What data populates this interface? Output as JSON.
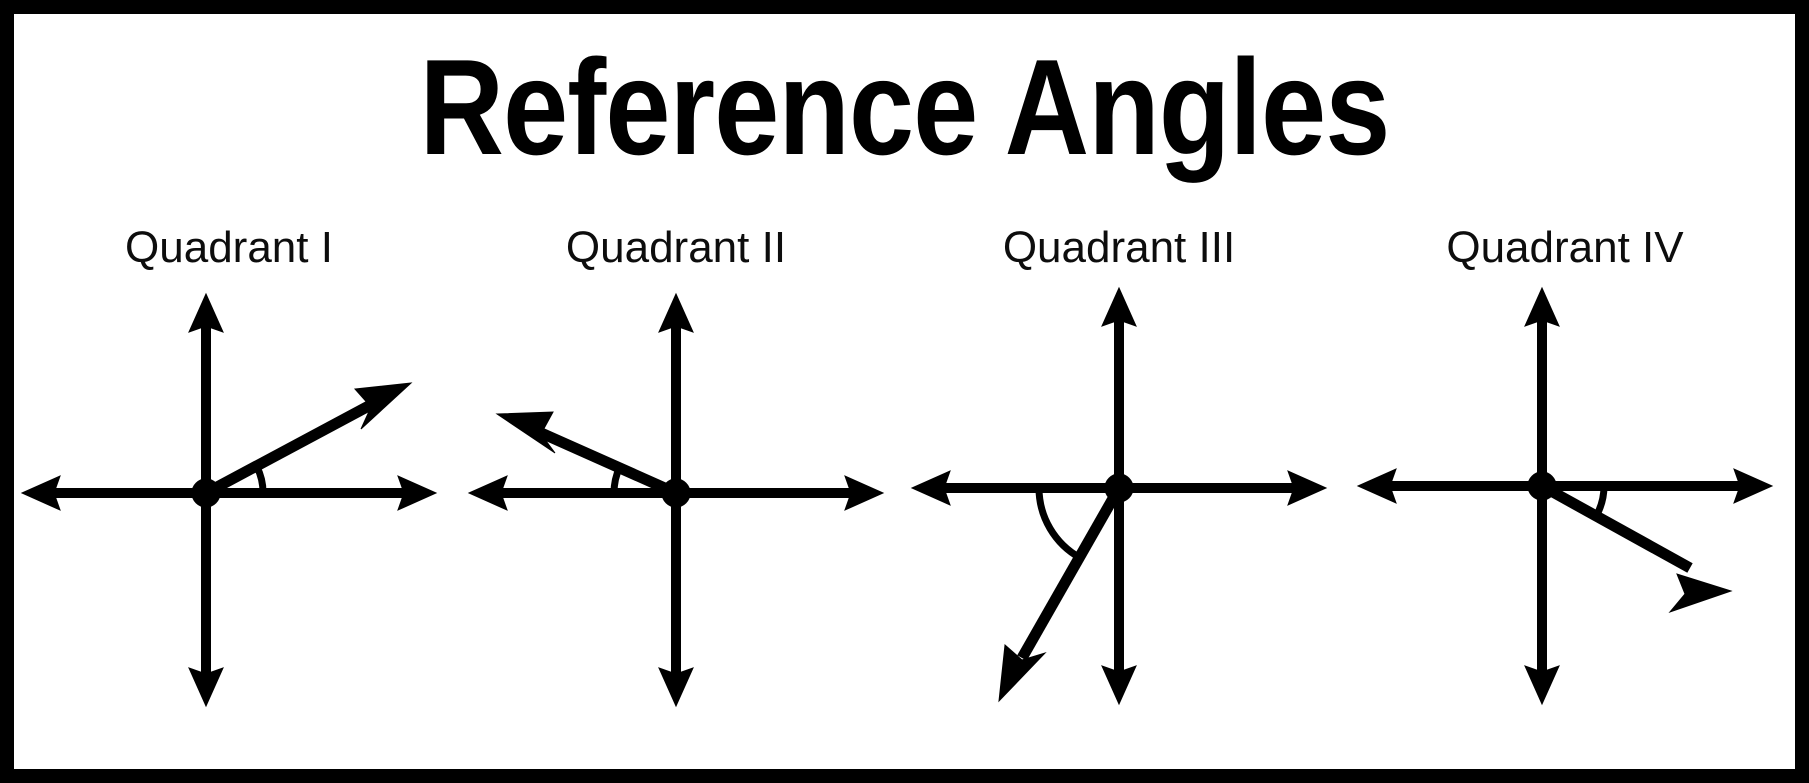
{
  "page": {
    "title": "Reference Angles",
    "background_color": "#ffffff",
    "border_color": "#000000",
    "ink_color": "#000000"
  },
  "panels": [
    {
      "label": "Quadrant I",
      "terminal_ray_direction": "up-right",
      "terminal_angle_degrees": 28,
      "reference_angle_measured_from": "positive x-axis",
      "arc_start_degrees": 0,
      "arc_end_degrees": 28
    },
    {
      "label": "Quadrant II",
      "terminal_ray_direction": "up-left",
      "terminal_angle_degrees": 155,
      "reference_angle_measured_from": "negative x-axis",
      "arc_start_degrees": 180,
      "arc_end_degrees": 155
    },
    {
      "label": "Quadrant III",
      "terminal_ray_direction": "down-left",
      "terminal_angle_degrees": 241,
      "reference_angle_measured_from": "negative x-axis",
      "arc_start_degrees": 180,
      "arc_end_degrees": 241
    },
    {
      "label": "Quadrant IV",
      "terminal_ray_direction": "down-right",
      "terminal_angle_degrees": 332,
      "reference_angle_measured_from": "positive x-axis",
      "arc_start_degrees": 360,
      "arc_end_degrees": 332
    }
  ],
  "chart_data": {
    "type": "diagram",
    "title": "Reference Angles",
    "description": "Four coordinate-plane diagrams, one per quadrant, each showing a terminal ray from the origin and an arc marking the reference angle to the nearest x-axis.",
    "axis_style": "double-headed arrows on both x and y axes, dot at origin",
    "panels": [
      {
        "name": "Quadrant I",
        "terminal_angle_deg": 28,
        "reference_angle_deg": 28,
        "arc_from_axis": "positive x-axis",
        "arc_radius_px": 57
      },
      {
        "name": "Quadrant II",
        "terminal_angle_deg": 155,
        "reference_angle_deg": 25,
        "arc_from_axis": "negative x-axis",
        "arc_radius_px": 62
      },
      {
        "name": "Quadrant III",
        "terminal_angle_deg": 241,
        "reference_angle_deg": 61,
        "arc_from_axis": "negative x-axis",
        "arc_radius_px": 80
      },
      {
        "name": "Quadrant IV",
        "terminal_angle_deg": 332,
        "reference_angle_deg": 28,
        "arc_from_axis": "positive x-axis",
        "arc_radius_px": 62
      }
    ]
  }
}
